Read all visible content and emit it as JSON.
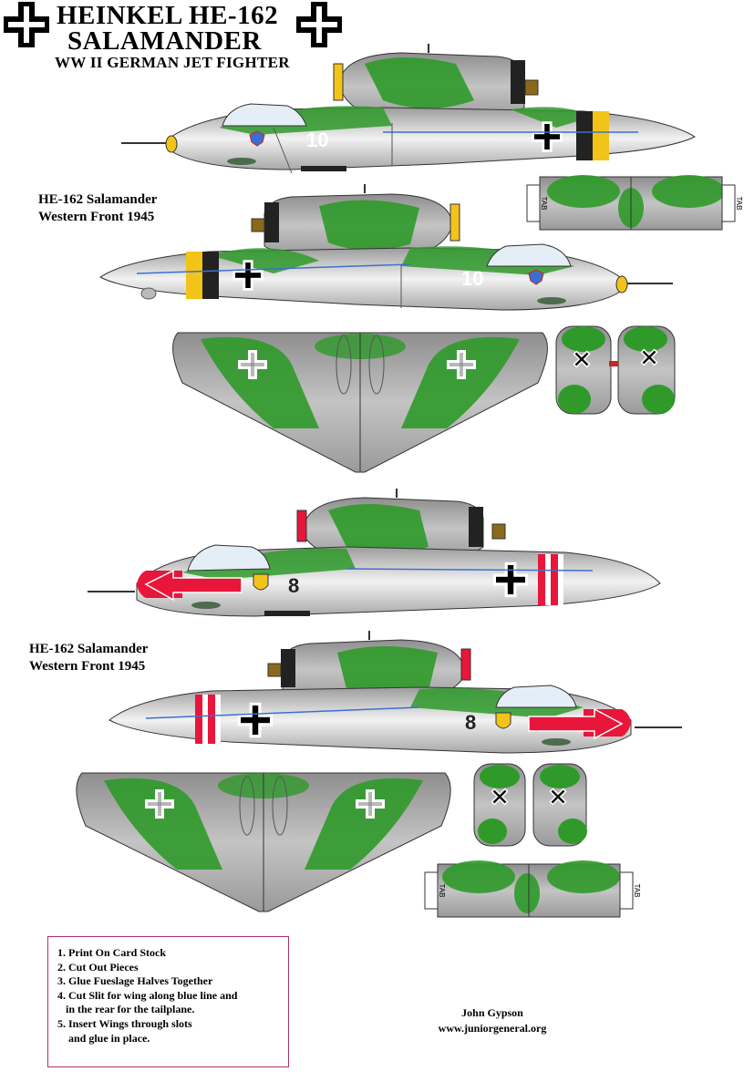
{
  "header": {
    "title_line1": "HEINKEL HE-162",
    "title_line2": "SALAMANDER",
    "subtitle": "WW II GERMAN JET FIGHTER"
  },
  "aircraft": [
    {
      "caption_line1": "HE-162 Salamander",
      "caption_line2": "Western Front 1945",
      "number": "10",
      "accent_color": "#f2c419"
    },
    {
      "caption_line1": "HE-162 Salamander",
      "caption_line2": "Western Front 1945",
      "number": "8",
      "accent_color": "#e8163a"
    }
  ],
  "tab_label": "TAB",
  "instructions": [
    "1. Print On Card Stock",
    "2. Cut Out Pieces",
    "3. Glue Fueslage Halves Together",
    "4. Cut Slit for wing along blue line and",
    "   in the rear for the tailplane.",
    "5. Insert Wings through slots",
    "    and glue in place."
  ],
  "credit": {
    "author": "John Gypson",
    "website": "www.juniorgeneral.org"
  },
  "colors": {
    "camo_green": "#2f9a2a",
    "fuselage_grey": "#c9c9c9",
    "panel_line": "#444444",
    "slit_blue": "#3f6fd0"
  }
}
